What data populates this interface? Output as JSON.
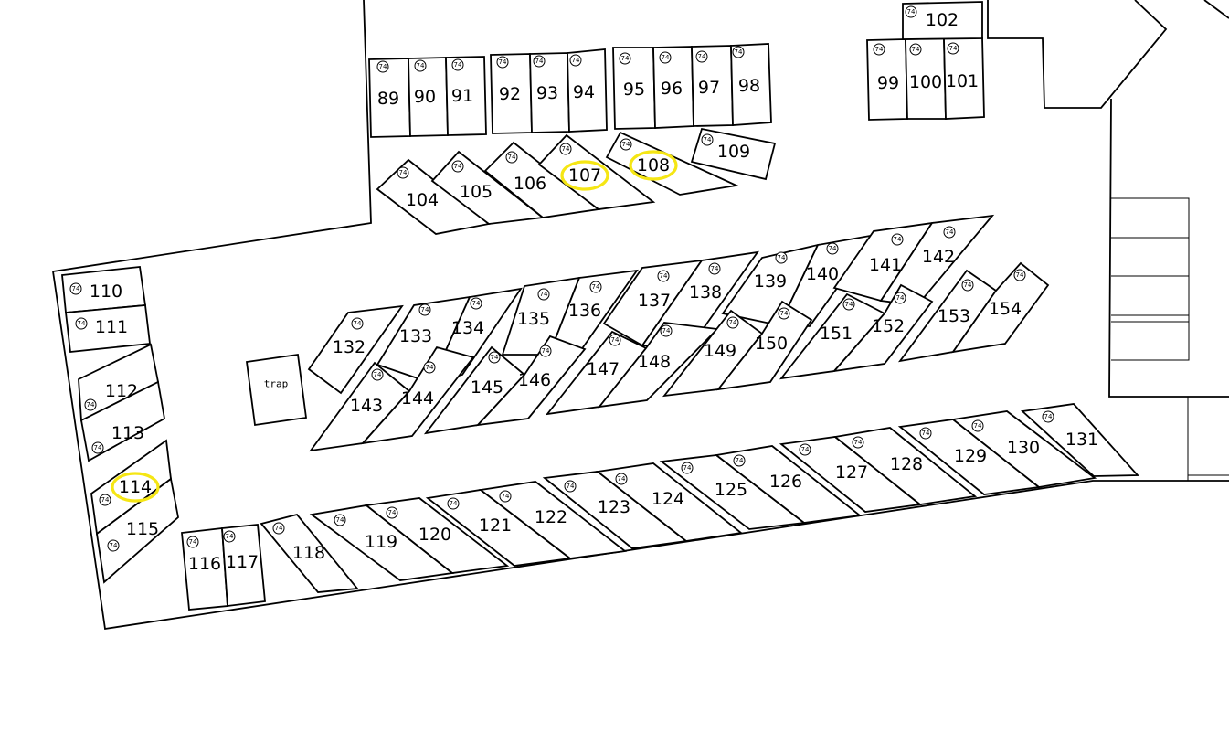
{
  "badge_text": "74",
  "highlight_color": "#f5e614",
  "highlighted_spots": [
    "107",
    "108",
    "114"
  ],
  "trap_label": "trap",
  "spots": [
    "89",
    "90",
    "91",
    "92",
    "93",
    "94",
    "95",
    "96",
    "97",
    "98",
    "99",
    "100",
    "101",
    "102",
    "104",
    "105",
    "106",
    "107",
    "108",
    "109",
    "110",
    "111",
    "112",
    "113",
    "114",
    "115",
    "116",
    "117",
    "118",
    "119",
    "120",
    "121",
    "122",
    "123",
    "124",
    "125",
    "126",
    "127",
    "128",
    "129",
    "130",
    "131",
    "132",
    "133",
    "134",
    "135",
    "136",
    "137",
    "138",
    "139",
    "140",
    "141",
    "142",
    "143",
    "144",
    "145",
    "146",
    "147",
    "148",
    "149",
    "150",
    "151",
    "152",
    "153",
    "154"
  ]
}
